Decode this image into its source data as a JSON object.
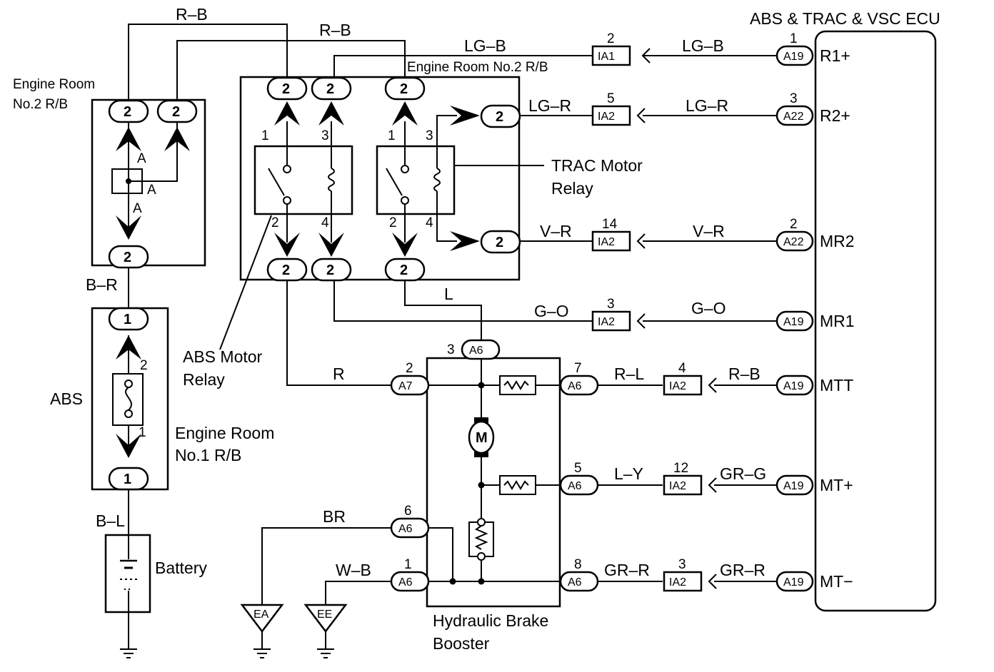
{
  "components": {
    "ecu": "ABS & TRAC & VSC ECU",
    "rb2_line1": "Engine Room",
    "rb2_line2": "No.2 R/B",
    "rb2_inline": "Engine Room No.2 R/B",
    "abs_fuse": "ABS",
    "rb1_line1": "Engine Room",
    "rb1_line2": "No.1 R/B",
    "battery": "Battery",
    "trac_relay_line1": "TRAC Motor",
    "trac_relay_line2": "Relay",
    "abs_relay_line1": "ABS Motor",
    "abs_relay_line2": "Relay",
    "booster_line1": "Hydraulic Brake",
    "booster_line2": "Booster"
  },
  "ecu_terminals": {
    "r1p": "R1+",
    "r2p": "R2+",
    "mr2": "MR2",
    "mr1": "MR1",
    "mtt": "MTT",
    "mtp": "MT+",
    "mtm": "MT−"
  },
  "wires": {
    "rb": "R–B",
    "lgb": "LG–B",
    "lgr": "LG–R",
    "vr": "V–R",
    "go": "G–O",
    "l": "L",
    "r": "R",
    "rl": "R–L",
    "ly": "L–Y",
    "grg": "GR–G",
    "grr": "GR–R",
    "br": "BR",
    "wb": "W–B",
    "br_wire": "B–R",
    "bl": "B–L"
  },
  "connectors": {
    "ia1": "IA1",
    "ia2": "IA2",
    "a19": "A19",
    "a22": "A22",
    "a6": "A6",
    "a7": "A7",
    "ea": "EA",
    "ee": "EE"
  },
  "pins": {
    "p1": "1",
    "p2": "2",
    "p3": "3",
    "p4": "4",
    "p5": "5",
    "p6": "6",
    "p7": "7",
    "p8": "8",
    "p12": "12",
    "p14": "14",
    "abs_point": "A",
    "motor": "M"
  }
}
